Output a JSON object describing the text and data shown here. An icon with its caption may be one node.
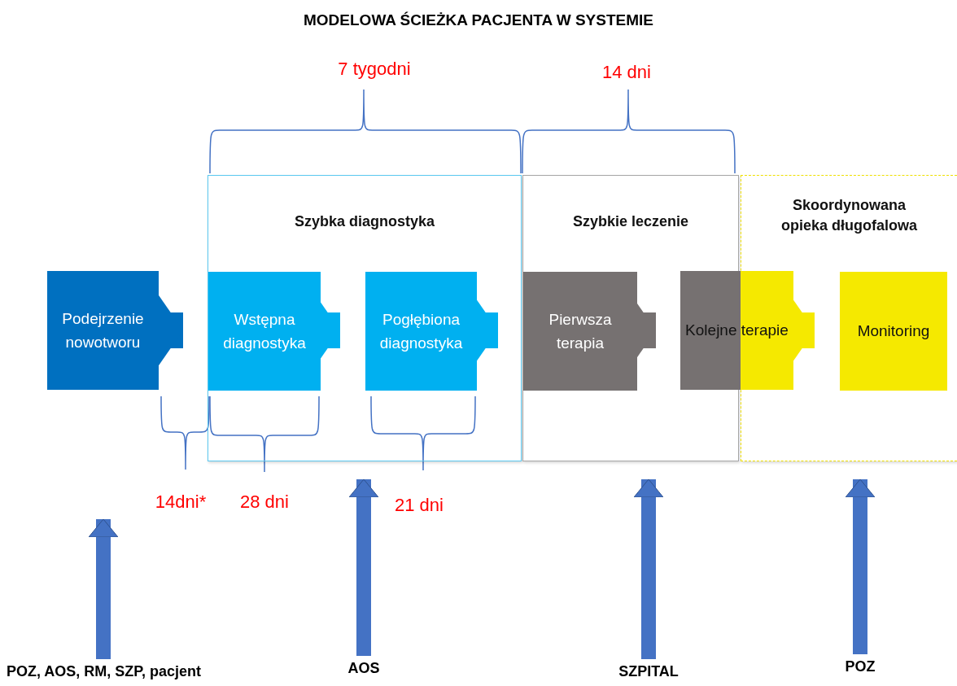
{
  "diagram": {
    "title": "MODELOWA ŚCIEŻKA PACJENTA W SYSTEMIE",
    "nodes": [
      {
        "text": [
          "Szybka diagnostyka"
        ]
      },
      {
        "text": [
          "Szybkie leczenie"
        ]
      },
      {
        "text": [
          "Skoordynowana opieka długofalowa"
        ]
      },
      {
        "text": [
          "Podejrzenie nowotworu"
        ]
      },
      {
        "text": [
          "Wstępna diagnostyka"
        ],
        "in": 0
      },
      {
        "text": [
          "Pogłębiona diagnostyka"
        ],
        "in": 0
      },
      {
        "text": [
          "Pierwsza terapia"
        ],
        "in": 1
      },
      {
        "text": [
          "Kolejne terapie"
        ]
      },
      {
        "text": [
          "Monitoring"
        ],
        "in": 2
      },
      {
        "text": [
          "POZ, AOS, RM, SZP, pacjent"
        ]
      },
      {
        "text": [
          "AOS"
        ]
      },
      {
        "text": [
          "SZPITAL"
        ]
      },
      {
        "text": [
          "POZ"
        ]
      }
    ],
    "edges": [
      {
        "from": 3,
        "to": 4,
        "arrow": "to",
        "color": "#0070c0"
      },
      {
        "from": 4,
        "to": 5,
        "arrow": "to",
        "color": "#00b0f0"
      },
      {
        "from": 5,
        "to": 6,
        "arrow": "to",
        "color": "#00b0f0"
      },
      {
        "from": 6,
        "to": 7,
        "arrow": "to",
        "color": "#767171"
      },
      {
        "from": 7,
        "to": 8,
        "arrow": "to",
        "color": "#f5e900"
      },
      {
        "from": 9,
        "to": null,
        "arrow": "to"
      },
      {
        "from": 10,
        "to": 0,
        "arrow": "to"
      },
      {
        "from": 11,
        "to": 1,
        "arrow": "to"
      },
      {
        "from": 12,
        "to": 2,
        "arrow": "to"
      }
    ],
    "labels": [
      "7 tygodni",
      "14 dni",
      "14dni*",
      "28 dni",
      "21 dni"
    ]
  }
}
